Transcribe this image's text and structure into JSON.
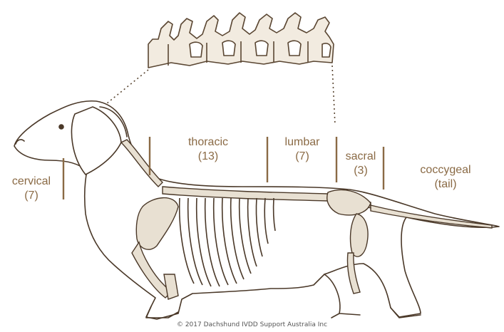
{
  "regions": [
    {
      "name": "cervical",
      "count": "(7)"
    },
    {
      "name": "thoracic",
      "count": "(13)"
    },
    {
      "name": "lumbar",
      "count": "(7)"
    },
    {
      "name": "sacral",
      "count": "(3)"
    },
    {
      "name": "coccygeal",
      "count": "(tail)"
    }
  ],
  "credit": "© 2017 Dachshund IVDD Support Australia Inc",
  "colors": {
    "ink": "#5a4632",
    "bone": "#f2ebe0",
    "label": "#8a6a45",
    "divider": "#8a6a45"
  }
}
